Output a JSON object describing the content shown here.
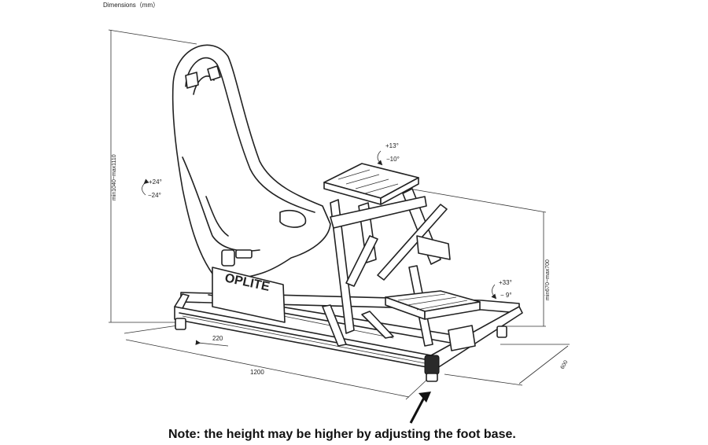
{
  "header": {
    "dimensions_label": "Dimensions（mm）"
  },
  "dimensions": {
    "seat_height": "min1040~max1110",
    "base_length": "1200",
    "seat_slide": "220",
    "base_width": "600",
    "pedal_height": "min670~max700"
  },
  "angles": {
    "seat_up": "+24°",
    "seat_down": "−24°",
    "wheel_up": "+13°",
    "wheel_down": "−10°",
    "pedal_up": "+33°",
    "pedal_down": "− 9°"
  },
  "brand": {
    "seat_logo": "OPLITE"
  },
  "note": {
    "text": "Note: the height may be higher by adjusting the foot base."
  }
}
